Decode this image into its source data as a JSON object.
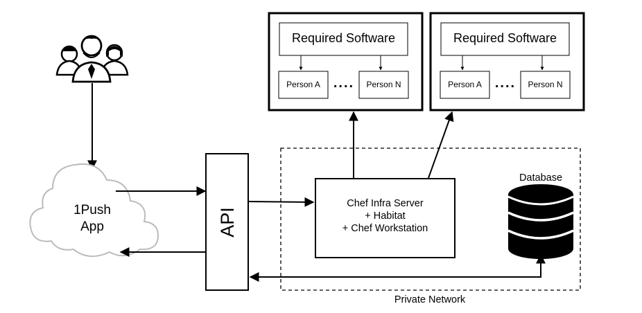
{
  "users": {
    "icon": "users-group-icon"
  },
  "cloud": {
    "line1": "1Push",
    "line2": "App",
    "icon": "cloud-icon"
  },
  "api": {
    "label": "API"
  },
  "chef": {
    "line1": "Chef Infra Server",
    "line2": "+ Habitat",
    "line3": "+ Chef Workstation"
  },
  "database": {
    "label": "Database",
    "icon": "database-icon"
  },
  "network": {
    "label": "Private Network"
  },
  "software_boxes": [
    {
      "title": "Required Software",
      "person_first": "Person A",
      "ellipsis": "....",
      "person_last": "Person N"
    },
    {
      "title": "Required Software",
      "person_first": "Person A",
      "ellipsis": "....",
      "person_last": "Person N"
    }
  ],
  "colors": {
    "stroke": "#000000",
    "fill": "#ffffff",
    "cloud_fill": "#ffffff",
    "db_fill": "#000000"
  }
}
